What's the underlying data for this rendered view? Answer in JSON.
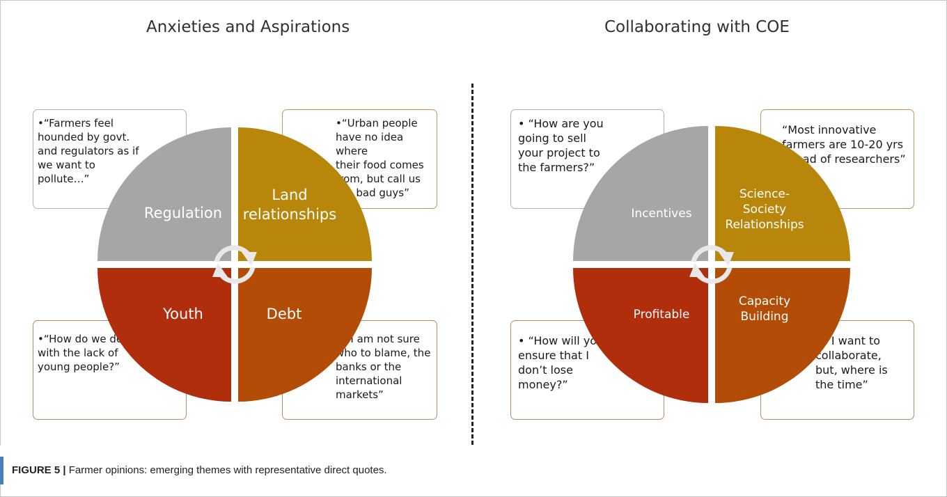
{
  "left_panel": {
    "title": "Anxieties and Aspirations",
    "segments": [
      {
        "label_lines": [
          "Regulation"
        ],
        "color": "#a6a6a6"
      },
      {
        "label_lines": [
          "Land",
          "relationships"
        ],
        "color": "#b8860b"
      },
      {
        "label_lines": [
          "Youth"
        ],
        "color": "#b02e0c"
      },
      {
        "label_lines": [
          "Debt"
        ],
        "color": "#b34c06"
      }
    ],
    "quotes": [
      {
        "lines": [
          "•“Farmers feel",
          "hounded by govt.",
          "and regulators as if",
          "we want to",
          "pollute…”"
        ]
      },
      {
        "lines": [
          "•“Urban people",
          "have no idea where",
          "their food comes",
          "from, but call us",
          "the bad guys”"
        ]
      },
      {
        "lines": [
          "•“How do we deal",
          "with the lack of",
          "young people?”"
        ]
      },
      {
        "lines": [
          "•“ I am not sure",
          "who to blame, the",
          "banks or the",
          "international",
          "markets”"
        ]
      }
    ]
  },
  "right_panel": {
    "title": "Collaborating with COE",
    "segments": [
      {
        "label_lines": [
          "Incentives"
        ],
        "color": "#a6a6a6"
      },
      {
        "label_lines": [
          "Science-",
          "Society",
          "Relationships"
        ],
        "color": "#b8860b"
      },
      {
        "label_lines": [
          "Profitable"
        ],
        "color": "#b02e0c"
      },
      {
        "label_lines": [
          "Capacity",
          "Building"
        ],
        "color": "#b34c06"
      }
    ],
    "quotes": [
      {
        "lines": [
          "• “How are you",
          "going to sell",
          "your project to",
          "the farmers?”"
        ]
      },
      {
        "lines": [
          "“Most innovative",
          "farmers are 10-20 yrs",
          "ahead of researchers”"
        ]
      },
      {
        "lines": [
          "• “How will you",
          "ensure that I",
          "don’t lose",
          "money?”"
        ]
      },
      {
        "lines": [
          "• “I want to",
          "collaborate,",
          "but, where is",
          "the time”"
        ]
      }
    ]
  },
  "caption": {
    "figure_label": "FIGURE 5 |",
    "text": " Farmer opinions: emerging themes with representative direct quotes."
  }
}
